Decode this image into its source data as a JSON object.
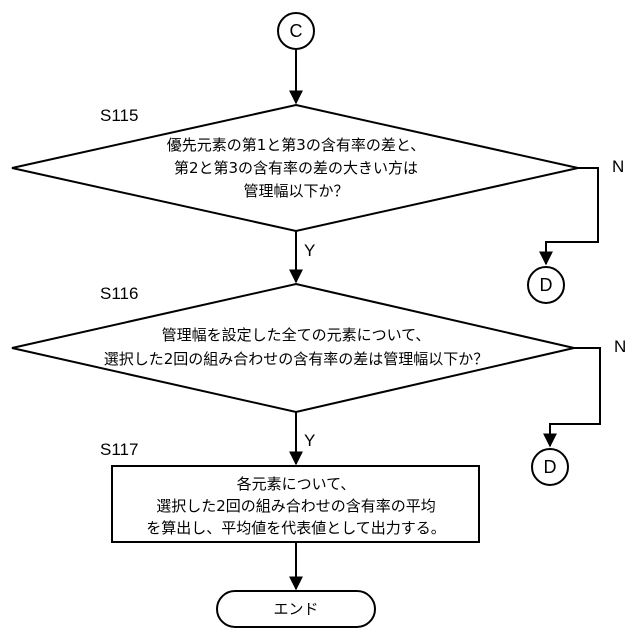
{
  "connectors": {
    "start": "C",
    "exit1": "D",
    "exit2": "D"
  },
  "steps": {
    "s115": {
      "label": "S115",
      "lines": [
        "優先元素の第1と第3の含有率の差と、",
        "第2と第3の含有率の差の大きい方は",
        "管理幅以下か？"
      ],
      "yes": "Y",
      "no": "N"
    },
    "s116": {
      "label": "S116",
      "lines": [
        "管理幅を設定した全ての元素について、",
        "選択した2回の組み合わせの含有率の差は管理幅以下か？"
      ],
      "yes": "Y",
      "no": "N"
    },
    "s117": {
      "label": "S117",
      "lines": [
        "各元素について、",
        "選択した2回の組み合わせの含有率の平均",
        "を算出し、平均値を代表値として出力する。"
      ]
    }
  },
  "end": {
    "label": "エンド"
  }
}
